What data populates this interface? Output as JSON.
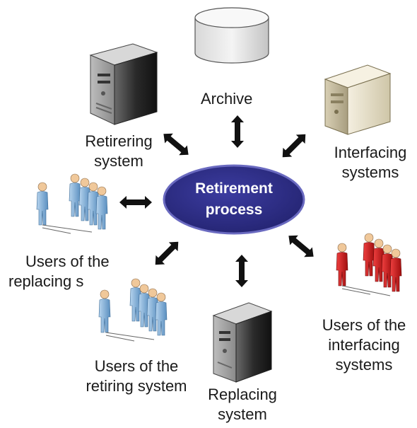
{
  "diagram": {
    "center": {
      "line1": "Retirement",
      "line2": "process",
      "fill": "#2e2e8a",
      "stroke": "#5a5ab8"
    },
    "nodes": {
      "archive": {
        "label": "Archive",
        "icon": "database-cylinder-icon"
      },
      "retiring_system": {
        "line1": "Retirering",
        "line2": "system",
        "icon": "server-tower-icon"
      },
      "interfacing_systems": {
        "line1": "Interfacing",
        "line2": "systems",
        "icon": "server-tower-beige-icon"
      },
      "users_replacing": {
        "line1": "Users of the",
        "line2": "replacing s",
        "icon": "user-group-blue-icon"
      },
      "users_retiring": {
        "line1": "Users of the",
        "line2": "retiring system",
        "icon": "user-group-blue-icon"
      },
      "replacing_system": {
        "line1": "Replacing",
        "line2": "system",
        "icon": "server-tower-icon"
      },
      "users_interfacing": {
        "line1": "Users of the",
        "line2": "interfacing",
        "line3": "systems",
        "icon": "user-group-red-icon"
      }
    },
    "colors": {
      "arrow": "#111111",
      "user_blue": "#8fb8dc",
      "user_red": "#d42020",
      "server_dark": "#2a2a2a",
      "server_beige": "#e8e0c8"
    }
  }
}
